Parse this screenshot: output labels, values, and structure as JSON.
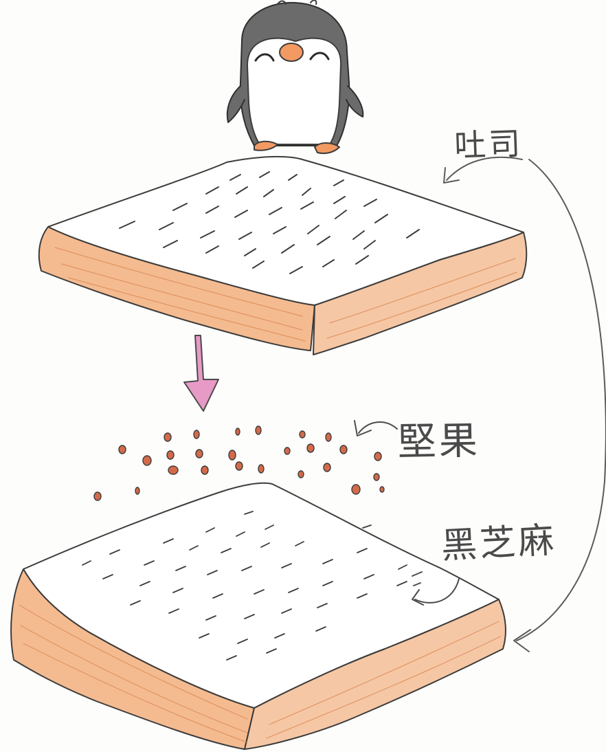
{
  "labels": {
    "toast": "吐司",
    "nuts": "堅果",
    "black_sesame": "黑芝麻"
  },
  "colors": {
    "paper": "#fdfdfb",
    "pencil": "#3c3c3c",
    "crust": "#f1a46c",
    "arrow_pink": "#e79ac6",
    "beak_feet": "#f39a63",
    "penguin_body": "#6b6b6b",
    "nut_fill": "#d36a4a"
  },
  "icons": [
    "penguin-icon",
    "toast-slice-icon",
    "down-arrow-icon",
    "nut-icon",
    "curved-arrow-icon"
  ]
}
